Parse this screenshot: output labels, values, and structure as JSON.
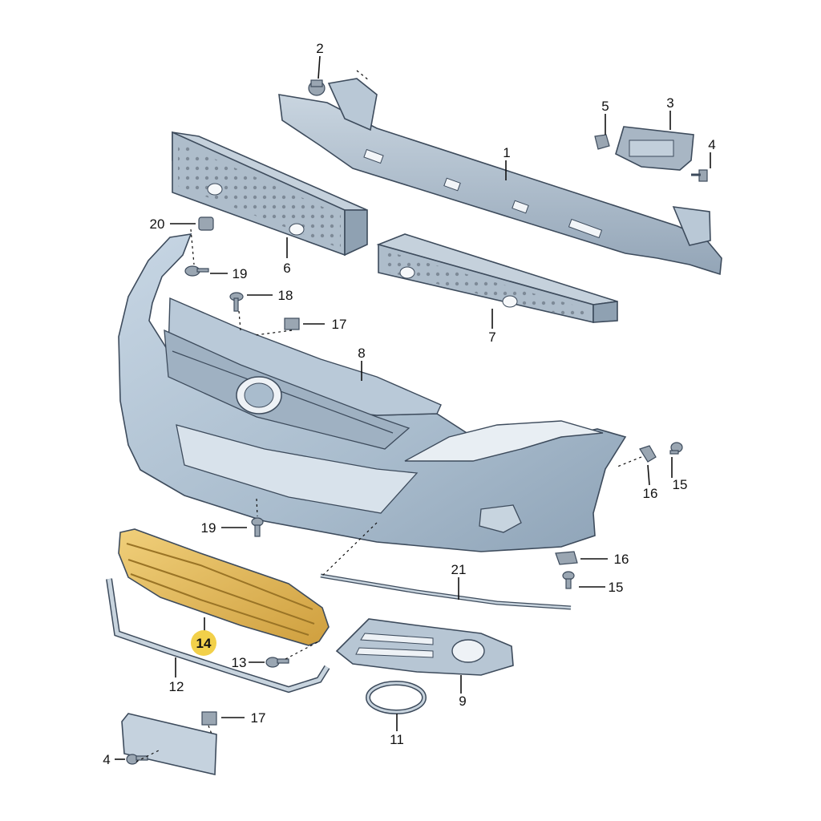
{
  "diagram": {
    "highlight_color": "#f2d04a",
    "part_color": "#a9bccd",
    "grille_color": "#e1b659",
    "callouts": [
      {
        "id": "c1",
        "label": "1"
      },
      {
        "id": "c2",
        "label": "2"
      },
      {
        "id": "c3",
        "label": "3"
      },
      {
        "id": "c4a",
        "label": "4"
      },
      {
        "id": "c5",
        "label": "5"
      },
      {
        "id": "c6",
        "label": "6"
      },
      {
        "id": "c7",
        "label": "7"
      },
      {
        "id": "c8",
        "label": "8"
      },
      {
        "id": "c9",
        "label": "9"
      },
      {
        "id": "c11",
        "label": "11"
      },
      {
        "id": "c12",
        "label": "12"
      },
      {
        "id": "c13",
        "label": "13"
      },
      {
        "id": "c14",
        "label": "14"
      },
      {
        "id": "c15a",
        "label": "15"
      },
      {
        "id": "c15b",
        "label": "15"
      },
      {
        "id": "c16a",
        "label": "16"
      },
      {
        "id": "c16b",
        "label": "16"
      },
      {
        "id": "c17a",
        "label": "17"
      },
      {
        "id": "c17b",
        "label": "17"
      },
      {
        "id": "c18",
        "label": "18"
      },
      {
        "id": "c19a",
        "label": "19"
      },
      {
        "id": "c19b",
        "label": "19"
      },
      {
        "id": "c20",
        "label": "20"
      },
      {
        "id": "c21",
        "label": "21"
      },
      {
        "id": "c4b",
        "label": "4"
      }
    ]
  }
}
